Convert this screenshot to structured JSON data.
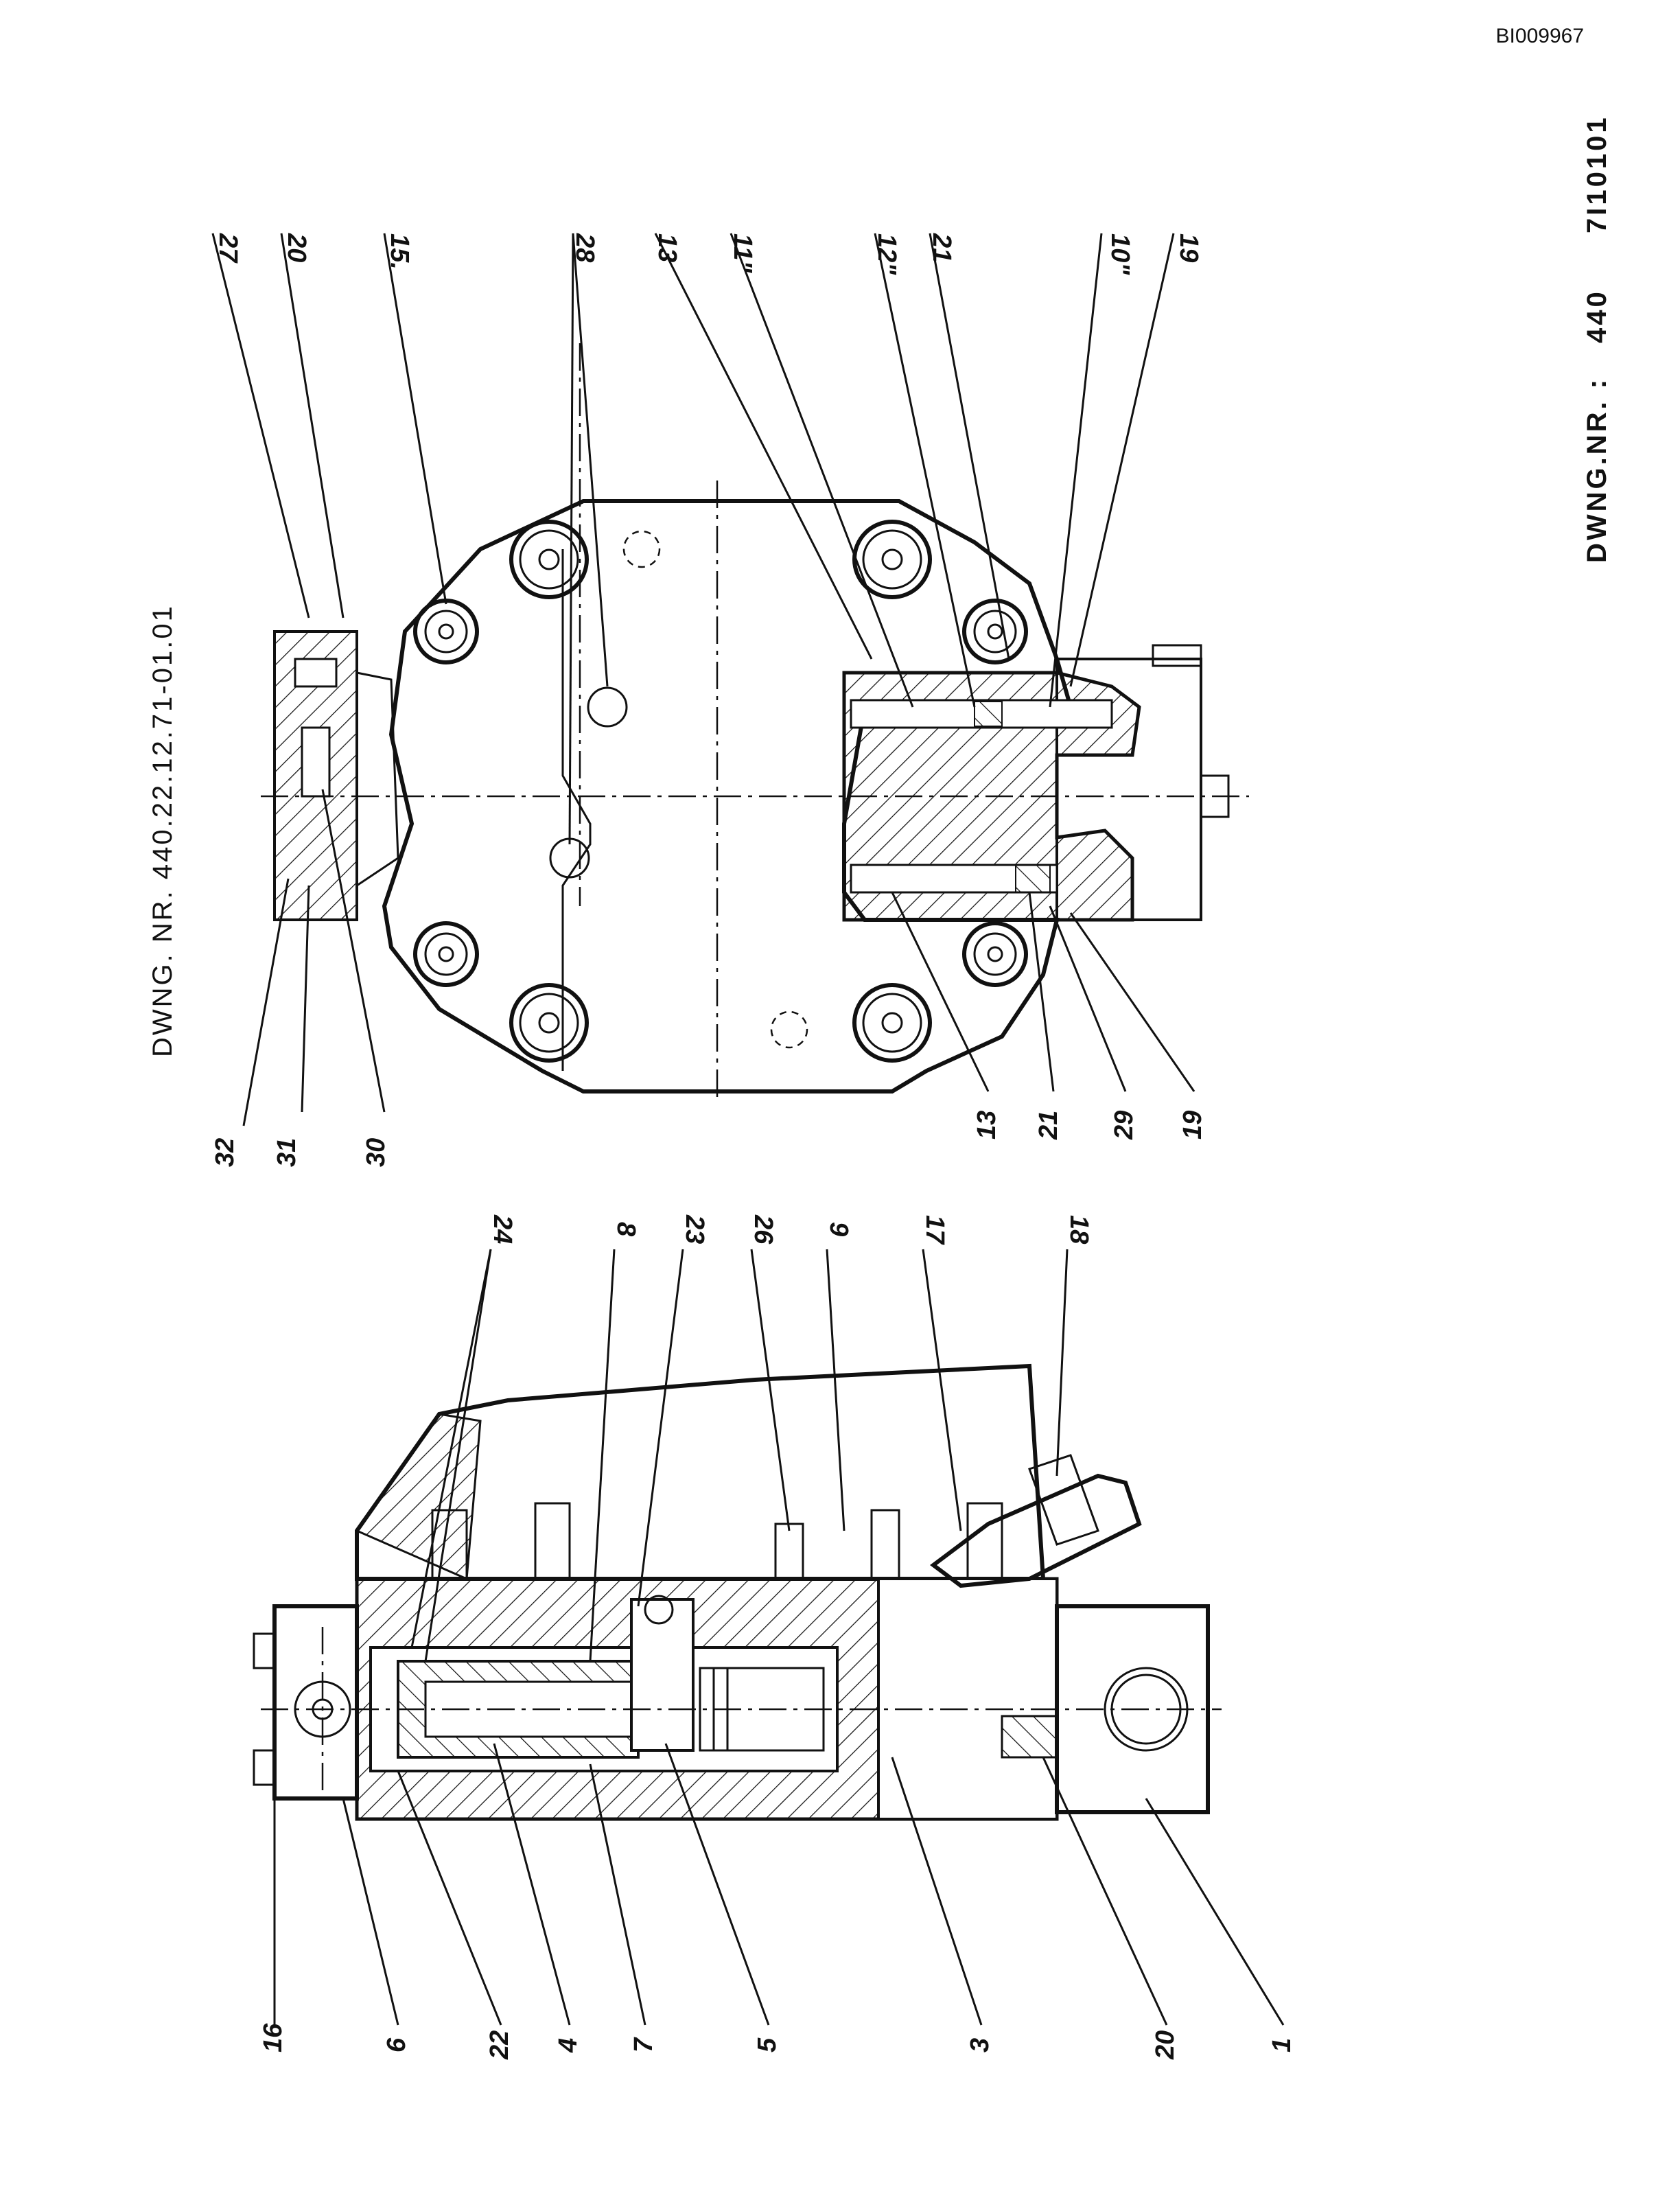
{
  "document_id": "BI009967",
  "drawing_number": "DWNG. NR.   440.22.12.71-01.01",
  "title_block": {
    "label": "DWNG.NR. :",
    "code": "440",
    "sheet": "7I10101"
  },
  "top_view_labels": {
    "top": [
      "27",
      "20",
      "15.",
      "28",
      "13",
      "11\"",
      "12\"",
      "21",
      "10\"",
      "19"
    ],
    "bottom": [
      "32",
      "31",
      "30",
      "13",
      "21",
      "29",
      "19"
    ]
  },
  "side_view_labels": {
    "top": [
      "24",
      "8",
      "23",
      "26",
      "9",
      "17",
      "18"
    ],
    "bottom": [
      "16",
      "6",
      "22",
      "4",
      "7",
      "5",
      "3",
      "20",
      "1"
    ]
  }
}
